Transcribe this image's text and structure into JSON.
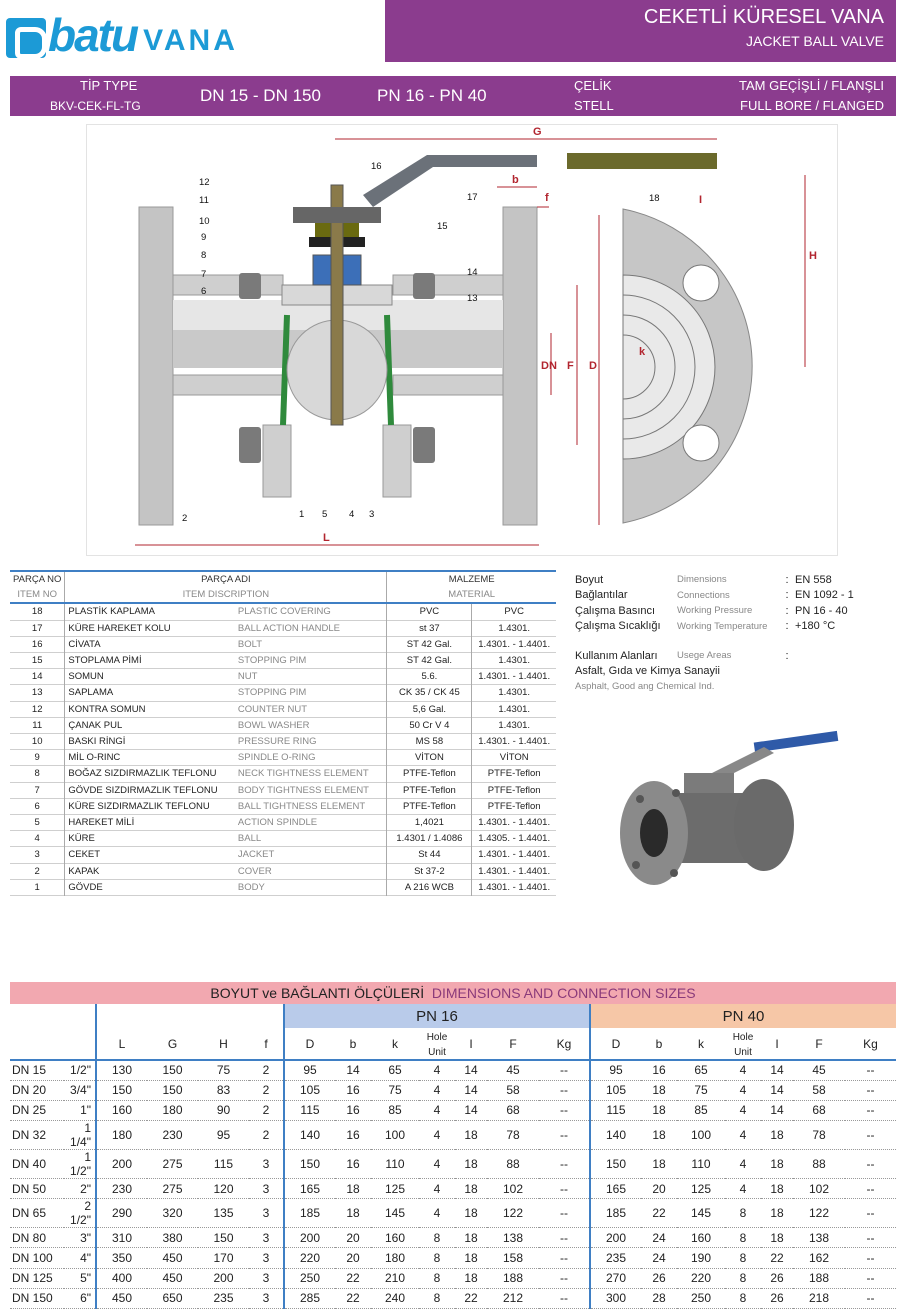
{
  "brand": {
    "name": "batu",
    "suffix": "VANA"
  },
  "title": {
    "tr": "CEKETLİ KÜRESEL VANA",
    "en": "JACKET BALL VALVE"
  },
  "specbar": {
    "type_tr": "TİP",
    "type_en": "TYPE",
    "type_code": "BKV-CEK-FL-TG",
    "dn_range": "DN 15 - DN 150",
    "pn_range": "PN 16 - PN 40",
    "material_tr": "ÇELİK",
    "material_en": "STELL",
    "bore_tr": "TAM GEÇİŞLİ  /  FLANŞLI",
    "bore_en": "FULL BORE  /  FLANGED"
  },
  "drawing": {
    "dim_labels": {
      "G": "G",
      "b": "b",
      "f": "f",
      "I": "I",
      "H": "H",
      "DN": "DN",
      "F": "F",
      "D": "D",
      "k": "k",
      "L": "L"
    },
    "part_numbers": [
      "12",
      "11",
      "10",
      "9",
      "8",
      "7",
      "6",
      "16",
      "17",
      "15",
      "14",
      "13",
      "18",
      "2",
      "1",
      "5",
      "4",
      "3"
    ]
  },
  "parts": {
    "headers": {
      "no_tr": "PARÇA NO",
      "no_en": "ITEM NO",
      "name_tr": "PARÇA ADI",
      "name_en": "ITEM DISCRIPTION",
      "mat_tr": "MALZEME",
      "mat_en": "MATERIAL"
    },
    "rows": [
      {
        "no": "18",
        "tr": "PLASTİK KAPLAMA",
        "en": "PLASTIC COVERING",
        "m1": "PVC",
        "m2": "PVC"
      },
      {
        "no": "17",
        "tr": "KÜRE HAREKET KOLU",
        "en": "BALL ACTION HANDLE",
        "m1": "st 37",
        "m2": "1.4301."
      },
      {
        "no": "16",
        "tr": "CİVATA",
        "en": "BOLT",
        "m1": "ST 42 Gal.",
        "m2": "1.4301. - 1.4401."
      },
      {
        "no": "15",
        "tr": "STOPLAMA PİMİ",
        "en": "STOPPING PIM",
        "m1": "ST 42 Gal.",
        "m2": "1.4301."
      },
      {
        "no": "14",
        "tr": "SOMUN",
        "en": "NUT",
        "m1": "5.6.",
        "m2": "1.4301. - 1.4401."
      },
      {
        "no": "13",
        "tr": "SAPLAMA",
        "en": "STOPPING PIM",
        "m1": "CK 35 / CK 45",
        "m2": "1.4301."
      },
      {
        "no": "12",
        "tr": "KONTRA SOMUN",
        "en": "COUNTER NUT",
        "m1": "5,6 Gal.",
        "m2": "1.4301."
      },
      {
        "no": "11",
        "tr": "ÇANAK PUL",
        "en": "BOWL WASHER",
        "m1": "50 Cr V 4",
        "m2": "1.4301."
      },
      {
        "no": "10",
        "tr": "BASKI RİNGİ",
        "en": "PRESSURE RING",
        "m1": "MS 58",
        "m2": "1.4301. - 1.4401."
      },
      {
        "no": "9",
        "tr": "MİL O-RINC",
        "en": "SPINDLE O-RING",
        "m1": "VİTON",
        "m2": "VİTON"
      },
      {
        "no": "8",
        "tr": "BOĞAZ SIZDIRMAZLIK TEFLONU",
        "en": "NECK TIGHTNESS ELEMENT",
        "m1": "PTFE-Teflon",
        "m2": "PTFE-Teflon"
      },
      {
        "no": "7",
        "tr": "GÖVDE SIZDIRMAZLIK TEFLONU",
        "en": "BODY TIGHTNESS ELEMENT",
        "m1": "PTFE-Teflon",
        "m2": "PTFE-Teflon"
      },
      {
        "no": "6",
        "tr": "KÜRE SIZDIRMAZLIK TEFLONU",
        "en": "BALL TIGHTNESS ELEMENT",
        "m1": "PTFE-Teflon",
        "m2": "PTFE-Teflon"
      },
      {
        "no": "5",
        "tr": "HAREKET MİLİ",
        "en": "ACTION SPINDLE",
        "m1": "1,4021",
        "m2": "1.4301. - 1.4401."
      },
      {
        "no": "4",
        "tr": "KÜRE",
        "en": "BALL",
        "m1": "1.4301 / 1.4086",
        "m2": "1.4305. - 1.4401."
      },
      {
        "no": "3",
        "tr": "CEKET",
        "en": "JACKET",
        "m1": "St 44",
        "m2": "1.4301. - 1.4401."
      },
      {
        "no": "2",
        "tr": "KAPAK",
        "en": "COVER",
        "m1": "St 37-2",
        "m2": "1.4301. - 1.4401."
      },
      {
        "no": "1",
        "tr": "GÖVDE",
        "en": "BODY",
        "m1": "A 216 WCB",
        "m2": "1.4301. - 1.4401."
      }
    ]
  },
  "info": {
    "rows": [
      {
        "tr": "Boyut",
        "en": "Dimensions",
        "value": "EN 558"
      },
      {
        "tr": "Bağlantılar",
        "en": "Connections",
        "value": "EN 1092 - 1"
      },
      {
        "tr": "Çalışma Basıncı",
        "en": "Working Pressure",
        "value": "PN 16 - 40"
      },
      {
        "tr": "Çalışma Sıcaklığı",
        "en": "Working Temperature",
        "value": "+180 °C"
      }
    ],
    "usage_tr": "Kullanım Alanları",
    "usage_en": "Usege Areas",
    "usage_value_tr": "Asfalt, Gıda ve Kimya Sanayii",
    "usage_value_en": "Asphalt, Good ang Chemical Ind."
  },
  "dimensions": {
    "title_tr": "BOYUT ve BAĞLANTI ÖLÇÜLERİ",
    "title_en": "DIMENSIONS AND CONNECTION SIZES",
    "pn16_label": "PN 16",
    "pn40_label": "PN 40",
    "col_headers": [
      "L",
      "G",
      "H",
      "f",
      "D",
      "b",
      "k",
      "Hole Unit",
      "I",
      "F",
      "Kg",
      "D",
      "b",
      "k",
      "Hole Unit",
      "I",
      "F",
      "Kg"
    ],
    "rows": [
      {
        "dn": "DN 15",
        "inch": "1/2\"",
        "v": [
          "130",
          "150",
          "75",
          "2",
          "95",
          "14",
          "65",
          "4",
          "14",
          "45",
          "--",
          "95",
          "16",
          "65",
          "4",
          "14",
          "45",
          "--"
        ]
      },
      {
        "dn": "DN 20",
        "inch": "3/4\"",
        "v": [
          "150",
          "150",
          "83",
          "2",
          "105",
          "16",
          "75",
          "4",
          "14",
          "58",
          "--",
          "105",
          "18",
          "75",
          "4",
          "14",
          "58",
          "--"
        ]
      },
      {
        "dn": "DN 25",
        "inch": "1\"",
        "v": [
          "160",
          "180",
          "90",
          "2",
          "115",
          "16",
          "85",
          "4",
          "14",
          "68",
          "--",
          "115",
          "18",
          "85",
          "4",
          "14",
          "68",
          "--"
        ]
      },
      {
        "dn": "DN 32",
        "inch": "1 1/4\"",
        "v": [
          "180",
          "230",
          "95",
          "2",
          "140",
          "16",
          "100",
          "4",
          "18",
          "78",
          "--",
          "140",
          "18",
          "100",
          "4",
          "18",
          "78",
          "--"
        ]
      },
      {
        "dn": "DN 40",
        "inch": "1 1/2\"",
        "v": [
          "200",
          "275",
          "115",
          "3",
          "150",
          "16",
          "110",
          "4",
          "18",
          "88",
          "--",
          "150",
          "18",
          "110",
          "4",
          "18",
          "88",
          "--"
        ]
      },
      {
        "dn": "DN 50",
        "inch": "2\"",
        "v": [
          "230",
          "275",
          "120",
          "3",
          "165",
          "18",
          "125",
          "4",
          "18",
          "102",
          "--",
          "165",
          "20",
          "125",
          "4",
          "18",
          "102",
          "--"
        ]
      },
      {
        "dn": "DN 65",
        "inch": "2 1/2\"",
        "v": [
          "290",
          "320",
          "135",
          "3",
          "185",
          "18",
          "145",
          "4",
          "18",
          "122",
          "--",
          "185",
          "22",
          "145",
          "8",
          "18",
          "122",
          "--"
        ]
      },
      {
        "dn": "DN 80",
        "inch": "3\"",
        "v": [
          "310",
          "380",
          "150",
          "3",
          "200",
          "20",
          "160",
          "8",
          "18",
          "138",
          "--",
          "200",
          "24",
          "160",
          "8",
          "18",
          "138",
          "--"
        ]
      },
      {
        "dn": "DN 100",
        "inch": "4\"",
        "v": [
          "350",
          "450",
          "170",
          "3",
          "220",
          "20",
          "180",
          "8",
          "18",
          "158",
          "--",
          "235",
          "24",
          "190",
          "8",
          "22",
          "162",
          "--"
        ]
      },
      {
        "dn": "DN 125",
        "inch": "5\"",
        "v": [
          "400",
          "450",
          "200",
          "3",
          "250",
          "22",
          "210",
          "8",
          "18",
          "188",
          "--",
          "270",
          "26",
          "220",
          "8",
          "26",
          "188",
          "--"
        ]
      },
      {
        "dn": "DN 150",
        "inch": "6\"",
        "v": [
          "450",
          "650",
          "235",
          "3",
          "285",
          "22",
          "240",
          "8",
          "22",
          "212",
          "--",
          "300",
          "28",
          "250",
          "8",
          "26",
          "218",
          "--"
        ]
      }
    ]
  }
}
